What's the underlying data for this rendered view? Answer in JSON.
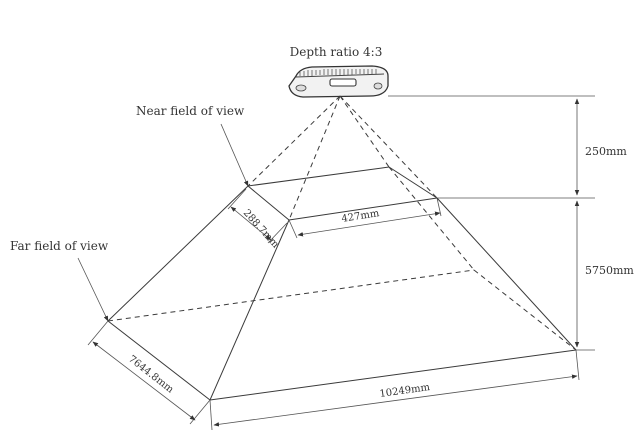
{
  "title": "Depth ratio 4:3",
  "labels": {
    "near_fov": "Near field of view",
    "far_fov": "Far field of view"
  },
  "dimensions": {
    "near_depth": "288.7mm",
    "near_width": "427mm",
    "far_depth": "7644.8mm",
    "far_width": "10249mm",
    "min_distance": "250mm",
    "range": "5750mm"
  },
  "icons": {
    "device": "depth-camera-icon"
  }
}
